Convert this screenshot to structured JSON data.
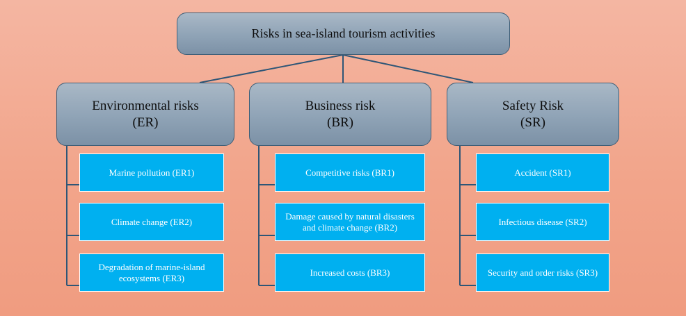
{
  "root": {
    "label": "Risks in sea-island tourism activities"
  },
  "categories": [
    {
      "title": "Environmental risks",
      "code": "(ER)",
      "items": [
        "Marine pollution (ER1)",
        "Climate change (ER2)",
        "Degradation of marine-island ecosystems (ER3)"
      ]
    },
    {
      "title": "Business risk",
      "code": "(BR)",
      "items": [
        "Competitive risks (BR1)",
        "Damage caused by natural disasters and climate change (BR2)",
        "Increased costs (BR3)"
      ]
    },
    {
      "title": "Safety Risk",
      "code": "(SR)",
      "items": [
        "Accident (SR1)",
        "Infectious disease (SR2)",
        "Security and order risks (SR3)"
      ]
    }
  ],
  "colors": {
    "connector": "#2e5677",
    "header_fill": "#8fa3b6",
    "leaf_fill": "#00b0f0"
  }
}
